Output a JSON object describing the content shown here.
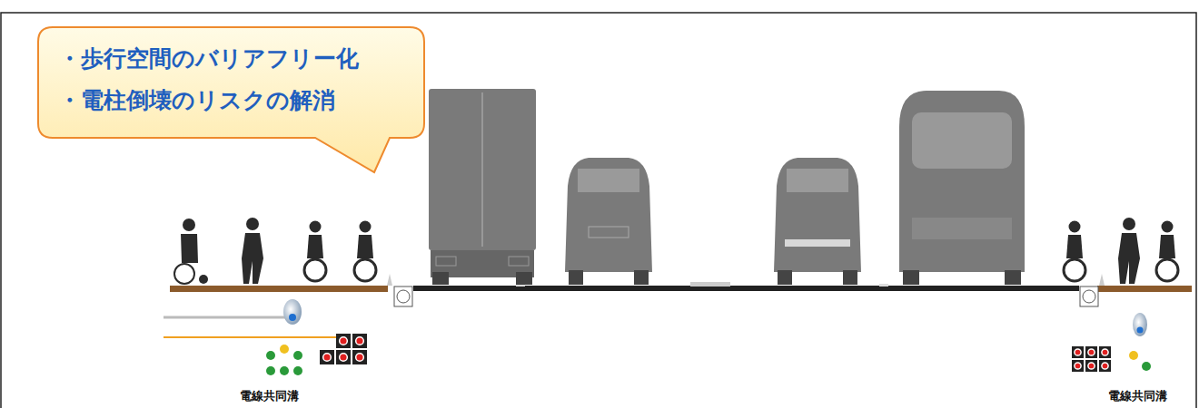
{
  "diagram": {
    "nodes": [
      {
        "text": [
          "・歩行空間のバリアフリー化",
          "・電柱倒壊のリスクの解消"
        ]
      }
    ],
    "labels": [
      "電線共同溝",
      "電線共同溝"
    ]
  }
}
